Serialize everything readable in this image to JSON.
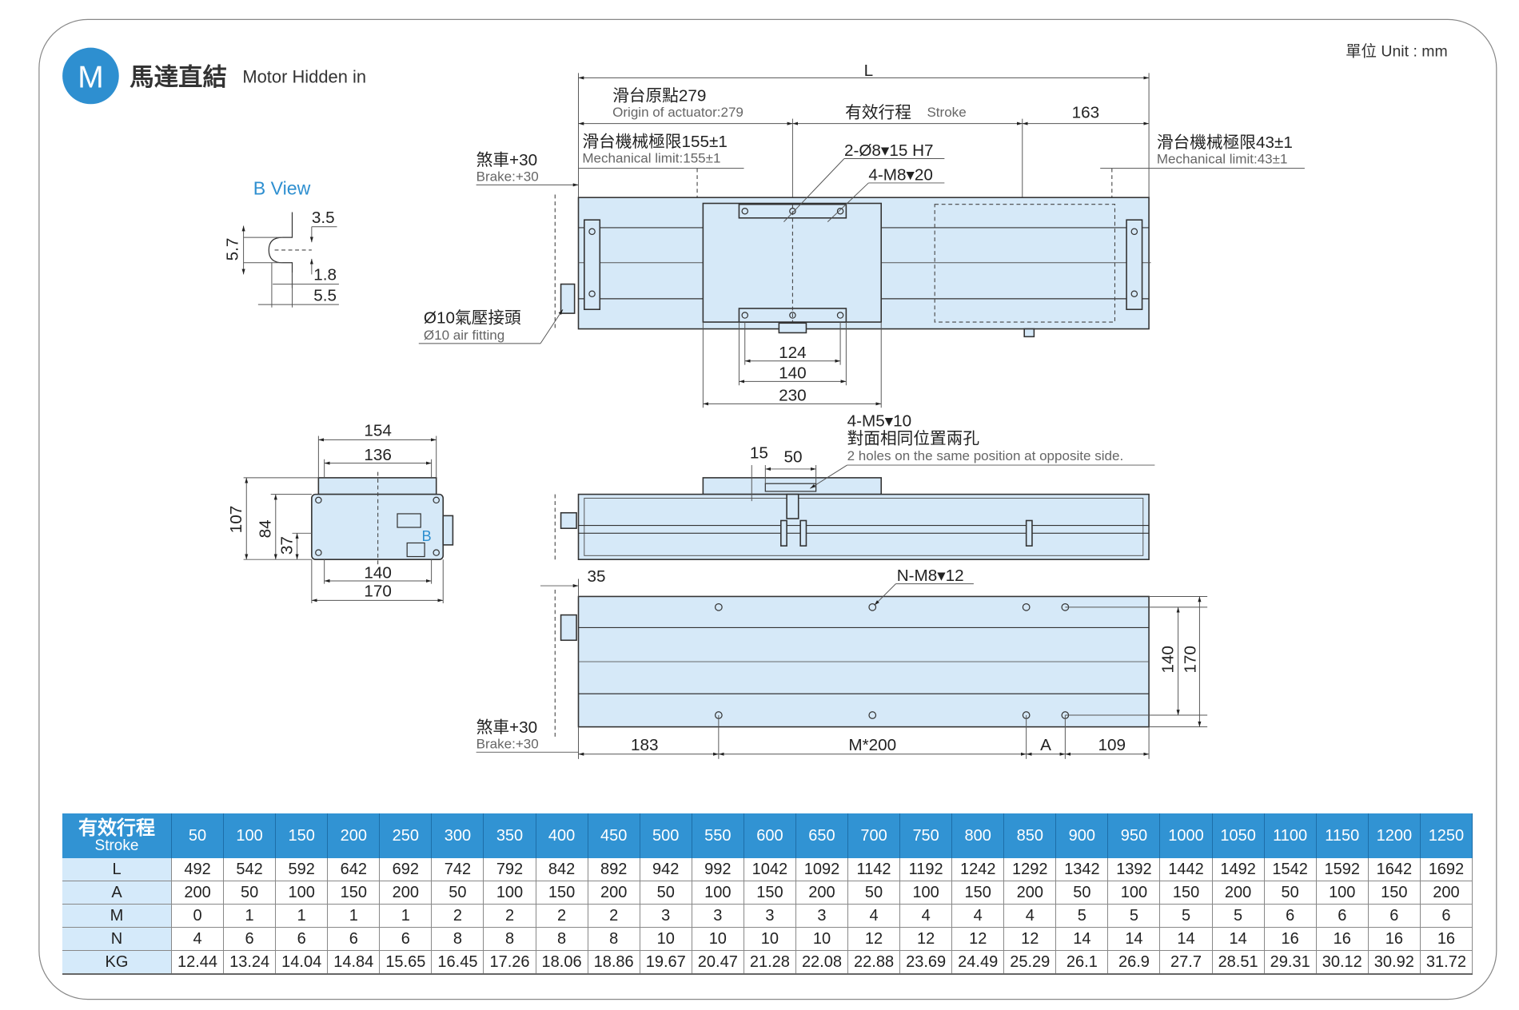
{
  "header": {
    "badge": "M",
    "title_cn": "馬達直結",
    "title_en": "Motor Hidden in",
    "unit": "單位 Unit : mm"
  },
  "colors": {
    "accent": "#2e8fd0",
    "body_fill": "#d6e9f8",
    "table_header": "#3193d3",
    "table_label_bg": "#d5eafa"
  },
  "b_view": {
    "title": "B View",
    "dims": [
      "3.5",
      "5.7",
      "1.8",
      "5.5"
    ]
  },
  "top_view": {
    "L": "L",
    "origin_cn": "滑台原點279",
    "origin_en": "Origin of actuator:279",
    "stroke_cn": "有效行程",
    "stroke_en": "Stroke",
    "right_end": "163",
    "mech_left_cn": "滑台機械極限155±1",
    "mech_left_en": "Mechanical limit:155±1",
    "mech_right_cn": "滑台機械極限43±1",
    "mech_right_en": "Mechanical limit:43±1",
    "brake_cn": "煞車+30",
    "brake_en": "Brake:+30",
    "pin_holes": "2-Ø8▾15 H7",
    "tap_holes": "4-M8▾20",
    "air_cn": "Ø10氣壓接頭",
    "air_en": "Ø10 air fitting",
    "d124": "124",
    "d140": "140",
    "d230": "230"
  },
  "end_view": {
    "d154": "154",
    "d136": "136",
    "d140": "140",
    "d170": "170",
    "d107": "107",
    "d84": "84",
    "d37": "37",
    "b_mark": "B"
  },
  "side_view": {
    "d15": "15",
    "d50": "50",
    "holes": "4-M5▾10",
    "holes_cn": "對面相同位置兩孔",
    "holes_en": "2 holes on the same position at opposite side."
  },
  "bottom_view": {
    "d35": "35",
    "n_holes": "N-M8▾12",
    "d140": "140",
    "d170": "170",
    "d183": "183",
    "m200": "M*200",
    "a": "A",
    "d109": "109",
    "brake_cn": "煞車+30",
    "brake_en": "Brake:+30"
  },
  "table": {
    "corner_cn": "有效行程",
    "corner_en": "Stroke",
    "strokes": [
      "50",
      "100",
      "150",
      "200",
      "250",
      "300",
      "350",
      "400",
      "450",
      "500",
      "550",
      "600",
      "650",
      "700",
      "750",
      "800",
      "850",
      "900",
      "950",
      "1000",
      "1050",
      "1100",
      "1150",
      "1200",
      "1250"
    ],
    "rows": [
      {
        "label": "L",
        "values": [
          "492",
          "542",
          "592",
          "642",
          "692",
          "742",
          "792",
          "842",
          "892",
          "942",
          "992",
          "1042",
          "1092",
          "1142",
          "1192",
          "1242",
          "1292",
          "1342",
          "1392",
          "1442",
          "1492",
          "1542",
          "1592",
          "1642",
          "1692"
        ]
      },
      {
        "label": "A",
        "values": [
          "200",
          "50",
          "100",
          "150",
          "200",
          "50",
          "100",
          "150",
          "200",
          "50",
          "100",
          "150",
          "200",
          "50",
          "100",
          "150",
          "200",
          "50",
          "100",
          "150",
          "200",
          "50",
          "100",
          "150",
          "200"
        ]
      },
      {
        "label": "M",
        "values": [
          "0",
          "1",
          "1",
          "1",
          "1",
          "2",
          "2",
          "2",
          "2",
          "3",
          "3",
          "3",
          "3",
          "4",
          "4",
          "4",
          "4",
          "5",
          "5",
          "5",
          "5",
          "6",
          "6",
          "6",
          "6"
        ]
      },
      {
        "label": "N",
        "values": [
          "4",
          "6",
          "6",
          "6",
          "6",
          "8",
          "8",
          "8",
          "8",
          "10",
          "10",
          "10",
          "10",
          "12",
          "12",
          "12",
          "12",
          "14",
          "14",
          "14",
          "14",
          "16",
          "16",
          "16",
          "16"
        ]
      },
      {
        "label": "KG",
        "values": [
          "12.44",
          "13.24",
          "14.04",
          "14.84",
          "15.65",
          "16.45",
          "17.26",
          "18.06",
          "18.86",
          "19.67",
          "20.47",
          "21.28",
          "22.08",
          "22.88",
          "23.69",
          "24.49",
          "25.29",
          "26.1",
          "26.9",
          "27.7",
          "28.51",
          "29.31",
          "30.12",
          "30.92",
          "31.72"
        ]
      }
    ]
  }
}
